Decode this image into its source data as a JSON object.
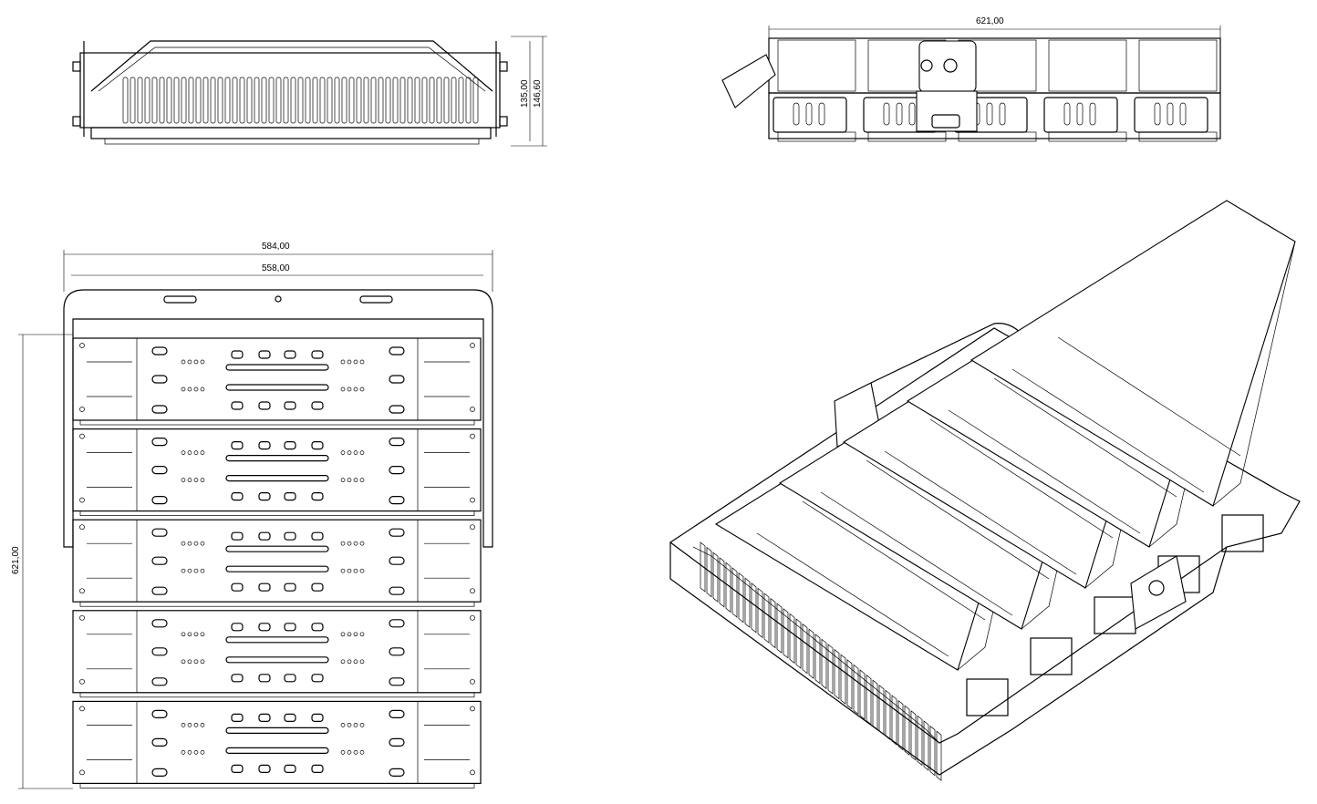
{
  "drawing": {
    "side_view": {
      "dim_height_inner": "135,00",
      "dim_height_outer": "146,60"
    },
    "front_view": {
      "dim_width": "621,00"
    },
    "plan_view": {
      "dim_width_outer": "584,00",
      "dim_width_inner": "558,00",
      "dim_height": "621,00",
      "module_count": 5
    },
    "iso_view": {
      "module_count": 5
    }
  }
}
